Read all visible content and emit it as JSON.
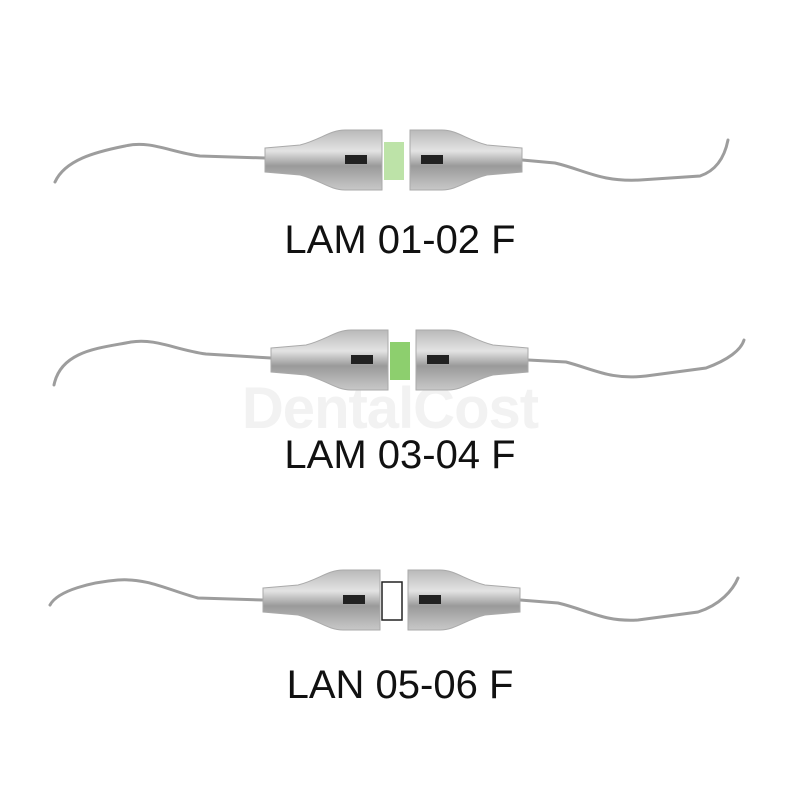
{
  "watermark": "DentalCost",
  "instruments": [
    {
      "label": "LAM 01-02 F",
      "band_color": "#bde3a8",
      "band_border": "none"
    },
    {
      "label": "LAM 03-04 F",
      "band_color": "#8dcf6e",
      "band_border": "none"
    },
    {
      "label": "LAN 05-06 F",
      "band_color": "#ffffff",
      "band_border": "#222222"
    }
  ]
}
